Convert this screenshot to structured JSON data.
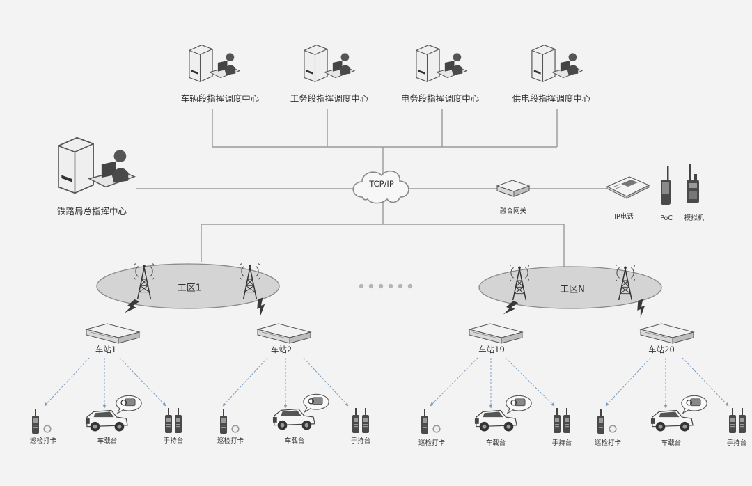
{
  "cloud_label": "TCP/IP",
  "headquarters": {
    "label": "铁路局总指挥中心"
  },
  "dispatch_centers": [
    {
      "label": "车辆段指挥调度中心"
    },
    {
      "label": "工务段指挥调度中心"
    },
    {
      "label": "电务段指挥调度中心"
    },
    {
      "label": "供电段指挥调度中心"
    }
  ],
  "gateway": {
    "label": "融合网关"
  },
  "gateway_devices": [
    {
      "label": "IP电话"
    },
    {
      "label": "PoC"
    },
    {
      "label": "模拟机"
    }
  ],
  "zones": [
    {
      "label": "工区1"
    },
    {
      "label": "工区N"
    }
  ],
  "stations": [
    {
      "label": "车站1"
    },
    {
      "label": "车站2"
    },
    {
      "label": "车站19"
    },
    {
      "label": "车站20"
    }
  ],
  "terminals": {
    "patrol": "巡检打卡",
    "vehicle": "车载台",
    "handheld": "手持台"
  },
  "colors": {
    "line": "#9a9a9a",
    "zone_fill": "#d4d4d4",
    "zone_stroke": "#8a8a8a",
    "dashed": "#7a9cc0",
    "device_light": "#eeeeee",
    "device_dark": "#4a4a4a"
  }
}
